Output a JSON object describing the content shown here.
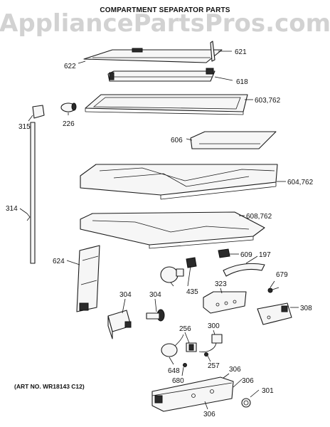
{
  "watermark": "AppliancePartsPros.com",
  "title": "COMPARTMENT SEPARATOR PARTS",
  "art_number": "(ART NO. WR18143 C12)",
  "callouts": {
    "c621": "621",
    "c622": "622",
    "c618": "618",
    "c603": "603,762",
    "c315": "315",
    "c226": "226",
    "c606": "606",
    "c604": "604,762",
    "c314": "314",
    "c608": "608,762",
    "c609": "609",
    "c197": "197",
    "c624": "624",
    "c679": "679",
    "c435": "435",
    "c323": "323",
    "c304a": "304",
    "c304b": "304",
    "c308": "308",
    "c256": "256",
    "c300": "300",
    "c257": "257",
    "c648": "648",
    "c680": "680",
    "c306a": "306",
    "c306b": "306",
    "c306c": "306",
    "c301": "301"
  }
}
